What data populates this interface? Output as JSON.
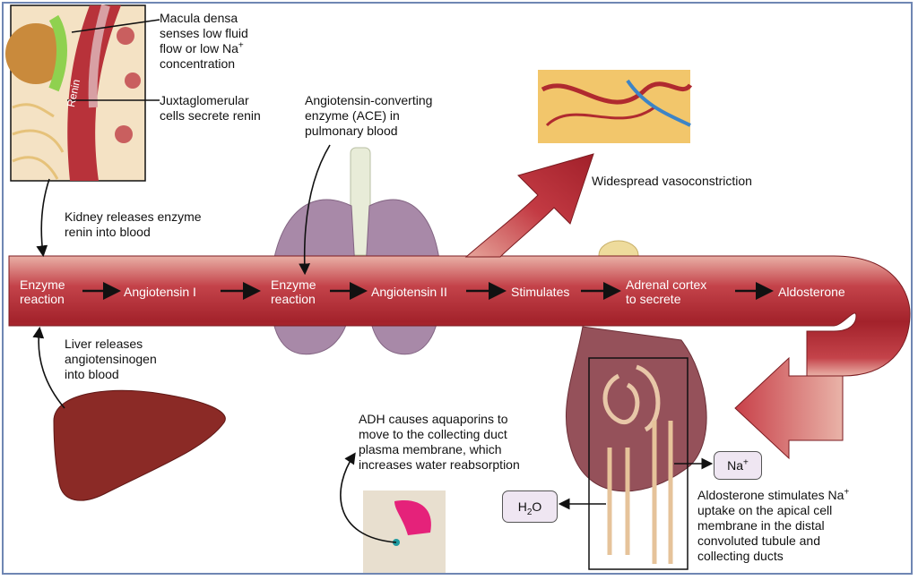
{
  "labels": {
    "macula_densa": [
      "Macula densa",
      "senses low fluid",
      "flow or low Na",
      "concentration"
    ],
    "macula_densa_sup": "+",
    "juxtaglomerular": [
      "Juxtaglomerular",
      "cells secrete renin"
    ],
    "renin_tag": "Renin",
    "ace": [
      "Angiotensin-converting",
      "enzyme (ACE) in",
      "pulmonary blood"
    ],
    "vasoconstriction": "Widespread vasoconstriction",
    "kidney_releases": [
      "Kidney releases enzyme",
      "renin into blood"
    ],
    "liver_releases": [
      "Liver releases",
      "angiotensinogen",
      "into blood"
    ],
    "adh": [
      "ADH causes aquaporins to",
      "move to the collecting duct",
      "plasma membrane, which",
      "increases water reabsorption"
    ],
    "aldosterone_stimulates_1": "Aldosterone stimulates Na",
    "aldosterone_stimulates_sup": "+",
    "aldosterone_stimulates_rest": [
      "uptake on the apical cell",
      "membrane in the distal",
      "convoluted tubule and",
      "collecting ducts"
    ]
  },
  "flow": {
    "enzyme_reaction_1": [
      "Enzyme",
      "reaction"
    ],
    "angiotensin_1": "Angiotensin I",
    "enzyme_reaction_2": [
      "Enzyme",
      "reaction"
    ],
    "angiotensin_2": "Angiotensin II",
    "stimulates": "Stimulates",
    "adrenal": [
      "Adrenal cortex",
      "to secrete"
    ],
    "aldosterone": "Aldosterone"
  },
  "boxes": {
    "na_main": "Na",
    "na_sup": "+",
    "h2o_h": "H",
    "h2o_sub": "2",
    "h2o_o": "O"
  },
  "colors": {
    "vessel_dark": "#a0232b",
    "vessel_mid": "#c8404a",
    "vessel_light": "#e7a59c",
    "box_fill": "#efe6f2",
    "frame": "#6f86b3"
  }
}
